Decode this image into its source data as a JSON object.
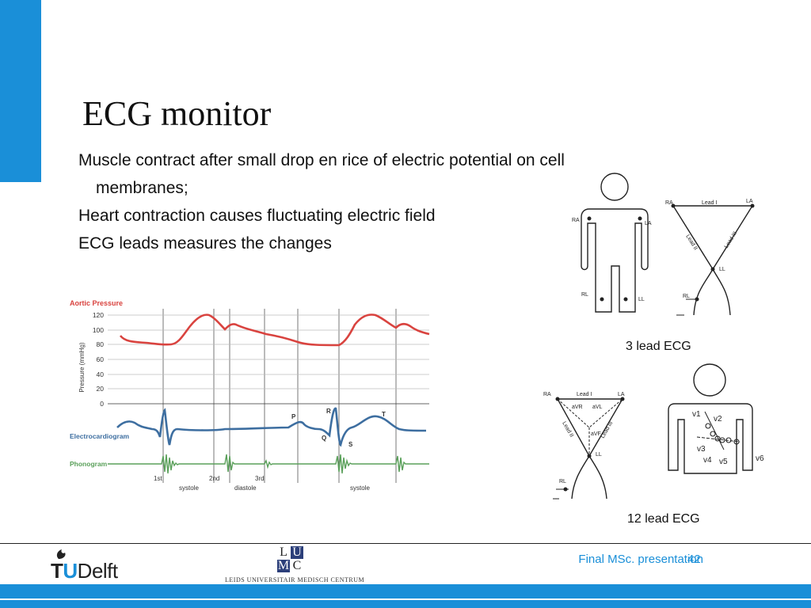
{
  "slide": {
    "title": "ECG monitor",
    "bullets": [
      "Muscle contract after small drop en rice of electric potential on cell",
      "membranes;",
      "Heart contraction causes fluctuating electric field",
      "ECG leads measures the changes"
    ]
  },
  "chart": {
    "title": "Aortic Pressure",
    "ylabel": "Pressure (mmHg)",
    "yticks": [
      "120",
      "100",
      "80",
      "60",
      "40",
      "20",
      "0"
    ],
    "ecg_label": "Electrocardiogram",
    "phono_label": "Phonogram",
    "wave_labels": [
      "P",
      "R",
      "Q",
      "S",
      "T"
    ],
    "sound_labels": [
      "1st",
      "2nd",
      "3rd"
    ],
    "phase_labels": [
      "systole",
      "diastole",
      "systole"
    ]
  },
  "diagram3": {
    "labels": [
      "RA",
      "LA",
      "RL",
      "LL",
      "RA",
      "Lead I",
      "LA",
      "Lead II",
      "Lead III",
      "LL",
      "RL"
    ],
    "caption": "3 lead ECG"
  },
  "diagram12": {
    "labels": [
      "RA",
      "Lead I",
      "LA",
      "aVR",
      "aVL",
      "aVF",
      "Lead II",
      "Lead III",
      "LL",
      "RL",
      "v1",
      "v2",
      "v3",
      "v4",
      "v5",
      "v6"
    ],
    "caption": "12 lead ECG"
  },
  "footer": {
    "label": "Final MSc. presentation",
    "page": "42",
    "tud_tu": "T",
    "tud_u": "U",
    "tud_delft": "Delft",
    "lumc_letters": [
      "L",
      "U",
      "M",
      "C"
    ],
    "lumc_name": "LEIDS UNIVERSITAIR MEDISCH CENTRUM"
  },
  "colors": {
    "accent": "#1a8fd8",
    "pressure": "#d9433f",
    "ecg": "#3d6ea0",
    "phono": "#5aa05a"
  }
}
